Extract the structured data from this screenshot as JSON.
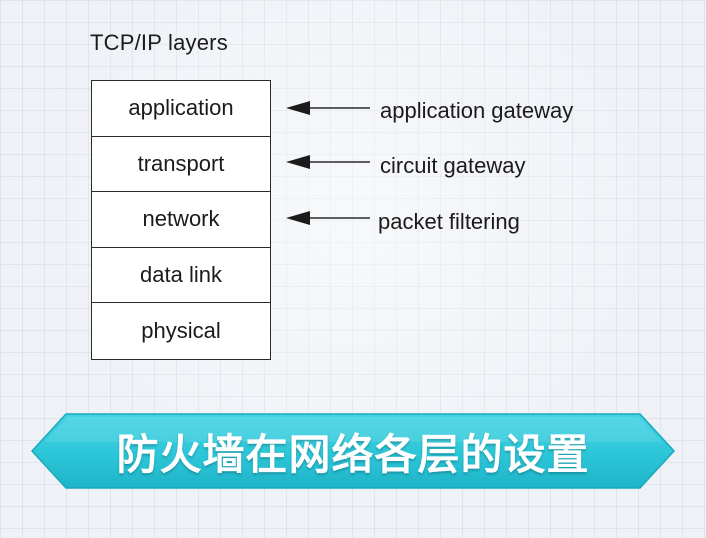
{
  "diagram": {
    "title": "TCP/IP layers",
    "layers": [
      "application",
      "transport",
      "network",
      "data link",
      "physical"
    ],
    "gateways": [
      {
        "label": "application gateway",
        "layer": "application"
      },
      {
        "label": "circuit gateway",
        "layer": "transport"
      },
      {
        "label": "packet filtering",
        "layer": "network"
      }
    ]
  },
  "banner": {
    "text": "防火墙在网络各层的设置"
  },
  "colors": {
    "banner_fill": "#2cc6d8",
    "banner_edge": "#19a9bd",
    "line": "#2a2a2a"
  }
}
